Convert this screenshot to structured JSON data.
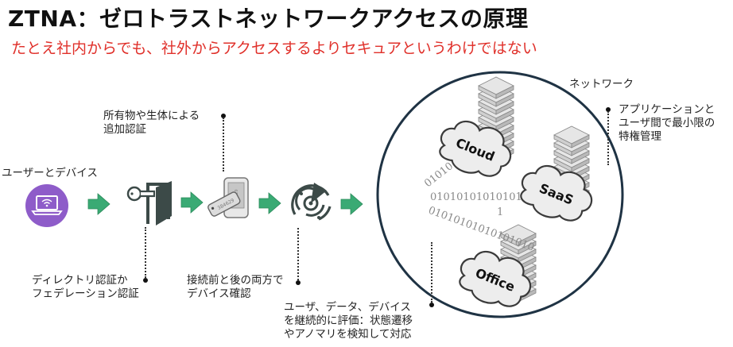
{
  "header": {
    "title": "ZTNA：ゼロトラストネットワークアクセスの原理",
    "subtitle": "たとえ社内からでも、社外からアクセスするよりセキュアというわけではない"
  },
  "colors": {
    "title": "#111111",
    "subtitle": "#e0302a",
    "arrow": "#3aaa74",
    "icon_dark": "#3c4a48",
    "device_circle": "#8e5cc9",
    "network_ring": "#1f3344",
    "binary_text": "#8a8a8a"
  },
  "flow": {
    "user_device_label": "ユーザーとデバイス",
    "steps": [
      {
        "icon": "laptop-wifi-icon"
      },
      {
        "icon": "key-door-icon"
      },
      {
        "icon": "security-token-icon"
      },
      {
        "icon": "radar-icon"
      }
    ],
    "token_codes": [
      "384629",
      "384629"
    ]
  },
  "annotations": {
    "directory_auth": [
      "ディレクトリ認証か",
      "フェデレーション認証"
    ],
    "mfa": [
      "所有物や生体による",
      "追加認証"
    ],
    "device_check": [
      "接続前と後の両方で",
      "デバイス確認"
    ],
    "continuous_eval": [
      "ユーザ、データ、デバイス",
      "を継続的に評価：状態遷移",
      "やアノマリを検知して対応"
    ],
    "least_privilege": [
      "アプリケーションと",
      "ユーザ間で最小限の",
      "特権管理"
    ]
  },
  "network": {
    "label": "ネットワーク",
    "resources": [
      {
        "name": "Cloud"
      },
      {
        "name": "SaaS"
      },
      {
        "name": "Office"
      }
    ],
    "binary_streams": [
      "0101010",
      "010101010101010100",
      "1",
      "01010101010101010"
    ]
  }
}
